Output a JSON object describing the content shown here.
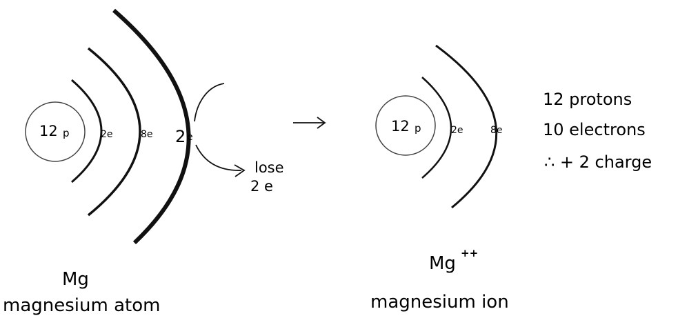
{
  "atom": {
    "nucleus_number": "12",
    "nucleus_unit": "p",
    "shell1": "2e",
    "shell2": "8e",
    "shell3_number": "2",
    "shell3_unit": "e",
    "symbol": "Mg",
    "name": "magnesium atom"
  },
  "annotation": {
    "line1": "lose",
    "line2": "2 e"
  },
  "ion": {
    "nucleus_number": "12",
    "nucleus_unit": "p",
    "shell1": "2e",
    "shell2": "8e",
    "symbol": "Mg",
    "charge": "++",
    "name": "magnesium ion"
  },
  "facts": {
    "protons": "12 protons",
    "electrons": "10 electrons",
    "charge": "∴ + 2 charge"
  }
}
